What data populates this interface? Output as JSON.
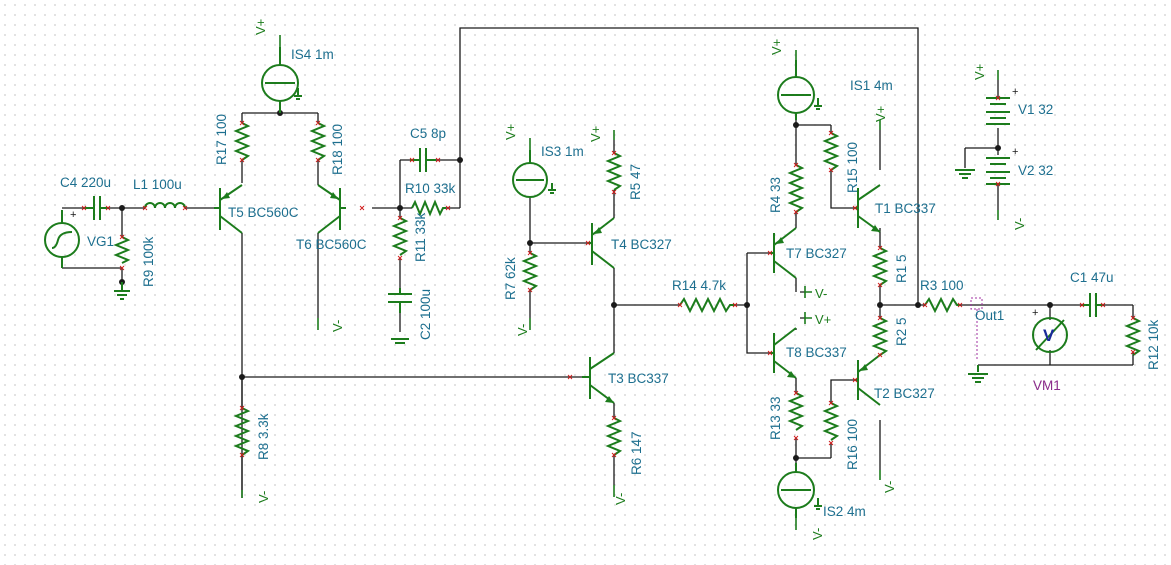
{
  "labels": {
    "is4": "IS4 1m",
    "is3": "IS3 1m",
    "is1": "IS1 4m",
    "is2": "IS2 4m",
    "r17": "R17 100",
    "r18": "R18 100",
    "r9": "R9 100k",
    "r11": "R11 33k",
    "r10": "R10 33k",
    "r8": "R8 3.3k",
    "r5": "R5 47",
    "r7": "R7 62k",
    "r6": "R6 147",
    "r14": "R14 4.7k",
    "r4": "R4 33",
    "r15": "R15 100",
    "r1": "R1 5",
    "r2": "R2 5",
    "r3": "R3 100",
    "r13": "R13 33",
    "r16": "R16 100",
    "r12": "R12 10k",
    "c4": "C4 220u",
    "c5": "C5 8p",
    "c2": "C2 100u",
    "c1": "C1 47u",
    "l1": "L1 100u",
    "vg1": "VG1",
    "t5": "T5 BC560C",
    "t6": "T6 BC560C",
    "t4": "T4 BC327",
    "t3": "T3 BC337",
    "t7": "T7 BC327",
    "t8": "T8 BC337",
    "t1": "T1 BC337",
    "t2": "T2 BC327",
    "v1": "V1 32",
    "v2": "V2 32",
    "vm1": "VM1",
    "out1": "Out1",
    "vm_symbol": "V",
    "plus": "+",
    "vplus": "V+",
    "vminus": "V-"
  },
  "colors": {
    "wire": "#1a1a1a",
    "component": "#1c7c1c",
    "label": "#1d6f8f",
    "meter_label": "#8a2b8a",
    "pin_marker": "#d01a1a",
    "grid_dot": "#c8c8c8"
  }
}
